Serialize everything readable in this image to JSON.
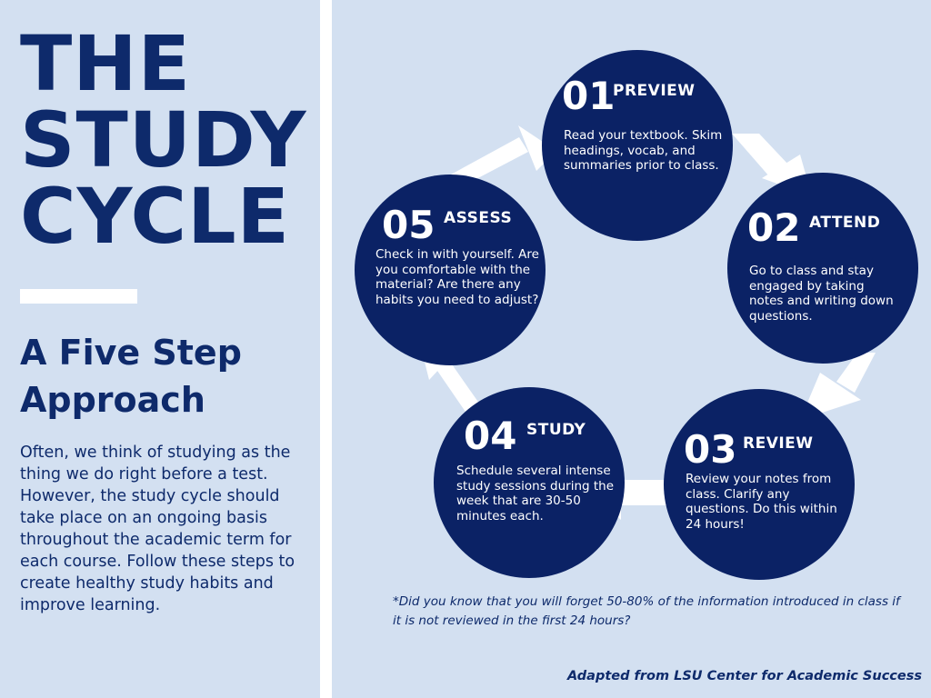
{
  "title_lines": [
    "THE",
    "STUDY",
    "CYCLE"
  ],
  "subtitle": "A Five Step Approach",
  "intro": "Often, we think of studying as the thing we do right before a test. However, the study cycle should take place on an ongoing basis throughout the academic term for each course. Follow these steps to create healthy study habits and improve learning.",
  "steps": [
    {
      "number": "01",
      "label": "PREVIEW",
      "text": "Read your textbook. Skim headings, vocab, and summaries prior to class."
    },
    {
      "number": "02",
      "label": "ATTEND",
      "text": "Go to class and stay engaged by taking notes and writing down questions."
    },
    {
      "number": "03",
      "label": "REVIEW",
      "text": "Review your notes from class. Clarify any questions. Do this within 24 hours!"
    },
    {
      "number": "04",
      "label": "STUDY",
      "text": "Schedule several intense study sessions during the week that are 30-50 minutes each."
    },
    {
      "number": "05",
      "label": "ASSESS",
      "text": "Check in with yourself. Are you comfortable with the material? Are there any habits you need to adjust?"
    }
  ],
  "note": "*Did you know that you will forget 50-80% of the information introduced in class if it is not reviewed in the first 24 hours?",
  "credit": "Adapted from LSU Center for Academic Success",
  "colors": {
    "background": "#d3e0f1",
    "navy": "#0b2265",
    "title": "#0e2a6b",
    "arrow": "#ffffff"
  }
}
